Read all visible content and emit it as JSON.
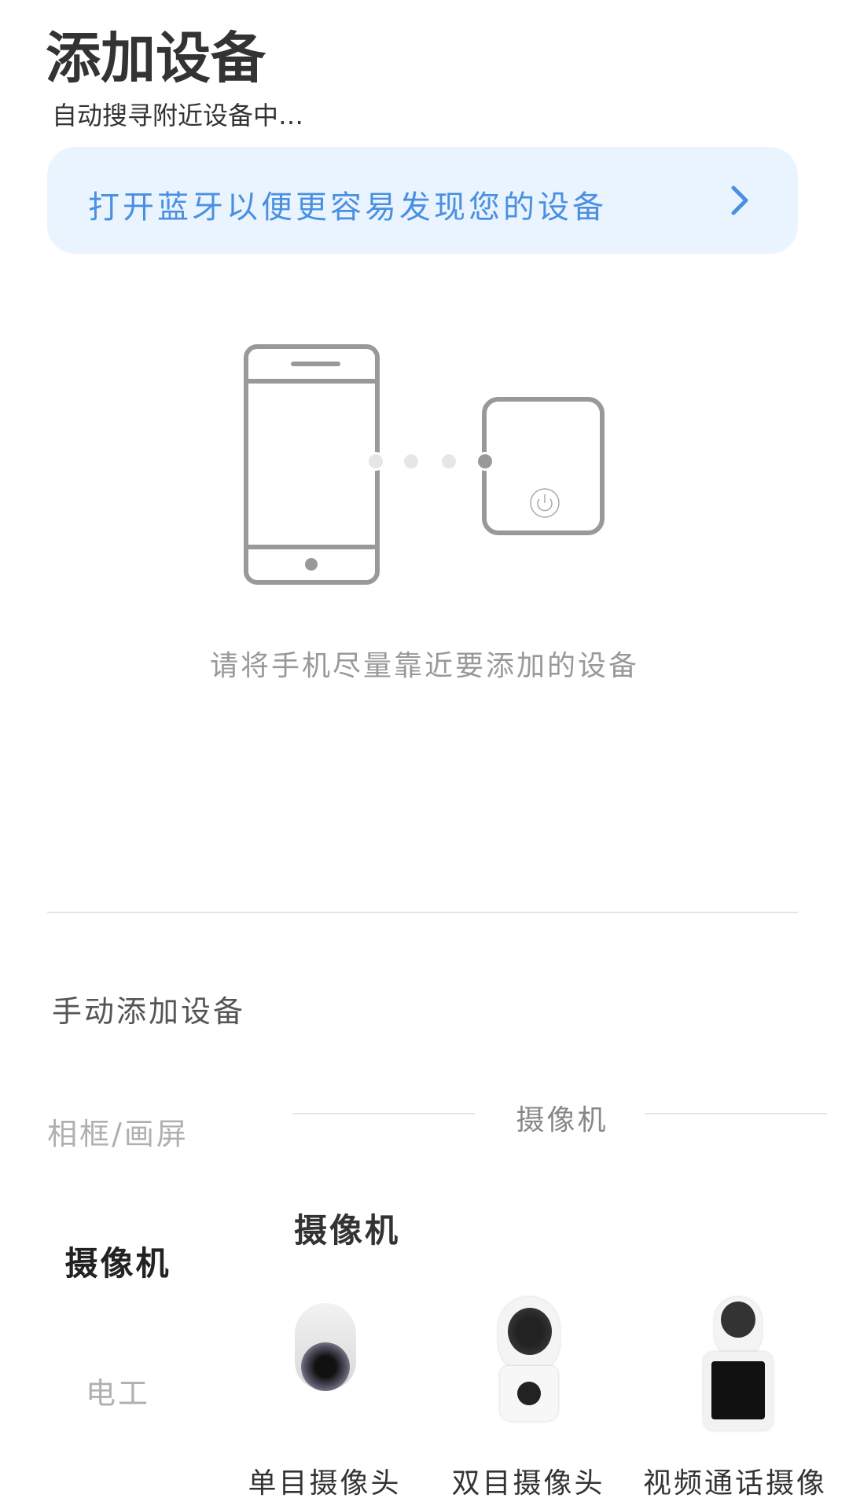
{
  "header": {
    "title": "添加设备",
    "subtitle": "自动搜寻附近设备中…"
  },
  "bluetooth_banner": {
    "text": "打开蓝牙以便更容易发现您的设备",
    "icon": "chevron-right-icon",
    "color": "#4a90e2",
    "background": "#eaf4fe"
  },
  "illustration": {
    "icons": [
      "phone-icon",
      "device-icon",
      "power-icon"
    ],
    "hint": "请将手机尽量靠近要添加的设备"
  },
  "manual": {
    "title": "手动添加设备",
    "categories": [
      {
        "label": "相框/画屏",
        "active": false
      },
      {
        "label": "摄像机",
        "active": true
      },
      {
        "label": "电工",
        "active": false
      }
    ],
    "section_title": "摄像机",
    "group_title": "摄像机",
    "products": [
      {
        "label": "单目摄像头"
      },
      {
        "label": "双目摄像头"
      },
      {
        "label": "视频通话摄像"
      }
    ]
  }
}
